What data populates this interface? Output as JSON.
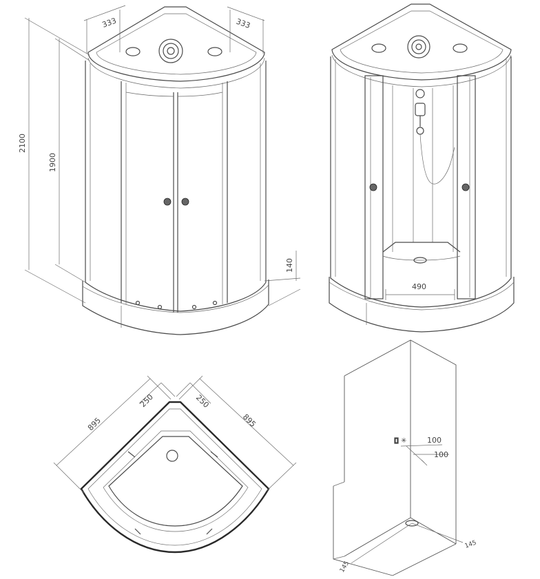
{
  "views": {
    "front": {
      "dim_width_left": "333",
      "dim_width_right": "333",
      "dim_total_height": "2100",
      "dim_door_height": "1900",
      "dim_tray_height": "140"
    },
    "open": {
      "dim_inner_width": "490"
    },
    "top": {
      "dim_side_left": "895",
      "dim_side_right": "895",
      "dim_offset_left": "250",
      "dim_offset_right": "250"
    },
    "wall": {
      "dim_outlet_h": "100",
      "dim_outlet_v": "100",
      "dim_drain_left": "145",
      "dim_drain_right": "145"
    }
  },
  "colors": {
    "line": "#4a4a4a",
    "outline": "#2a2a2a",
    "background": "#ffffff"
  }
}
